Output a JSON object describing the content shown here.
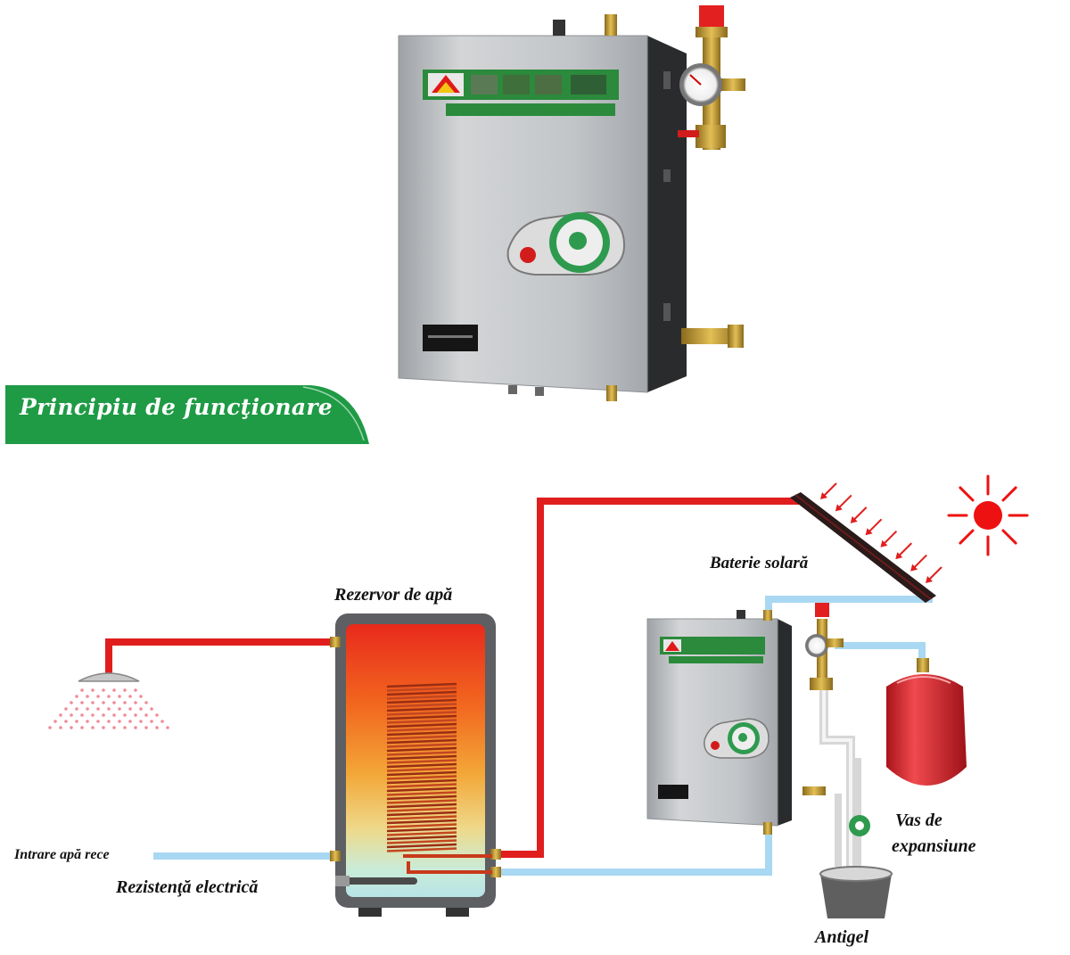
{
  "banner": {
    "title": "Principiu de funcţionare"
  },
  "labels": {
    "solar_panel": "Baterie solară",
    "water_tank": "Rezervor de apă",
    "cold_water_inlet": "Intrare apă rece",
    "electric_heater": "Rezistenţă electrică",
    "expansion_vessel_line1": "Vas de",
    "expansion_vessel_line2": "expansiune",
    "antifreeze": "Antigel"
  },
  "colors": {
    "banner_green": "#1f9a45",
    "hot_pipe": "#e01e1e",
    "cold_pipe": "#a9d8f2",
    "sun": "#ee1111",
    "vessel_red": "#e0282e",
    "steel": "#b9bcbf"
  },
  "icons": [
    "sun-icon",
    "shower-icon",
    "pressure-gauge-icon",
    "pump-icon"
  ]
}
